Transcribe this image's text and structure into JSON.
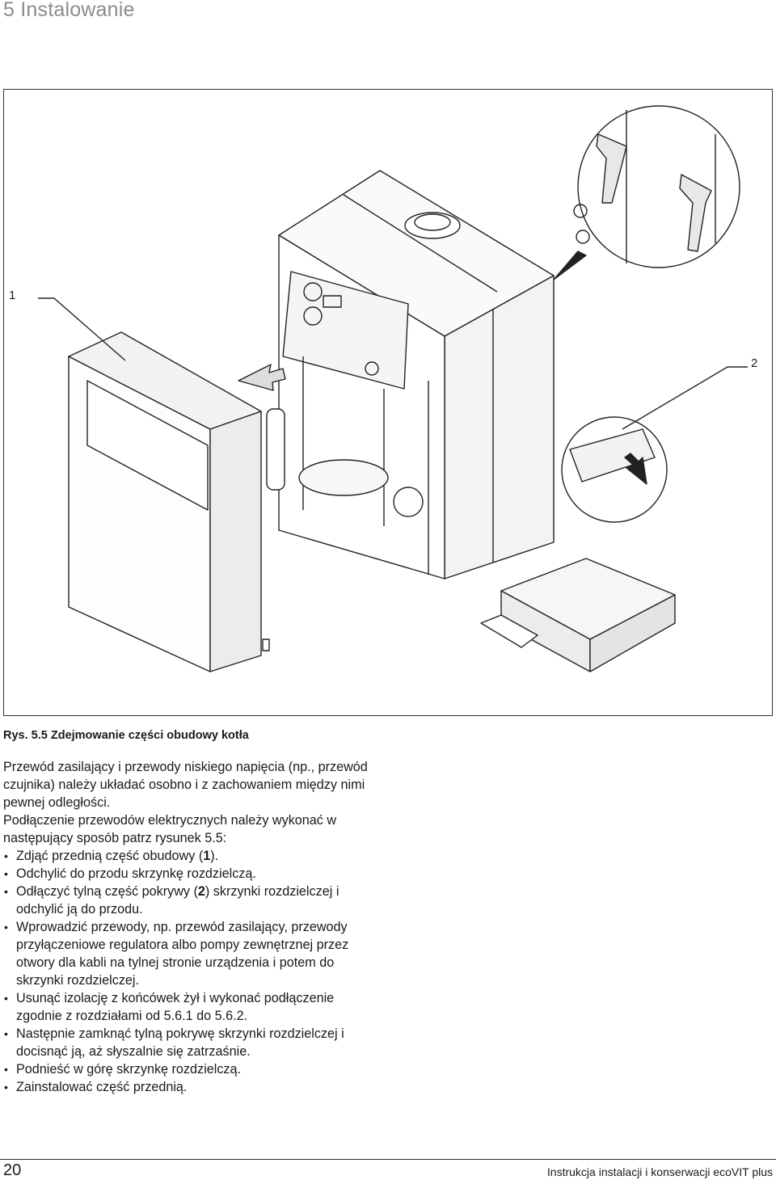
{
  "header": {
    "section": "5 Instalowanie"
  },
  "figure": {
    "callouts": [
      "1",
      "2"
    ]
  },
  "caption": {
    "label": "Rys. 5.5",
    "text": "Zdejmowanie części obudowy kotła"
  },
  "intro": "Przewód zasilający i przewody niskiego napięcia (np., przewód czujnika) należy układać osobno i z zachowaniem między nimi pewnej odległości.",
  "lead": "Podłączenie przewodów elektrycznych należy wykonać w następujący sposób patrz rysunek 5.5:",
  "steps": [
    {
      "before": "Zdjąć przednią część obudowy (",
      "ref": "1",
      "after": ")."
    },
    {
      "before": "Odchylić do przodu skrzynkę rozdzielczą.",
      "ref": "",
      "after": ""
    },
    {
      "before": "Odłączyć tylną część pokrywy (",
      "ref": "2",
      "after": ") skrzynki rozdzielczej i odchylić ją do przodu."
    },
    {
      "before": "Wprowadzić przewody, np. przewód zasilający, przewody przyłączeniowe regulatora albo pompy zewnętrznej przez otwory dla kabli na tylnej stronie urządzenia i potem do skrzynki rozdzielczej.",
      "ref": "",
      "after": ""
    },
    {
      "before": "Usunąć izolację z końcówek żył i wykonać podłączenie zgodnie z rozdziałami od 5.6.1 do 5.6.2.",
      "ref": "",
      "after": ""
    },
    {
      "before": "Następnie zamknąć tylną pokrywę skrzynki rozdzielczej i docisnąć ją, aż słyszalnie się zatrzaśnie.",
      "ref": "",
      "after": ""
    },
    {
      "before": "Podnieść w górę skrzynkę rozdzielczą.",
      "ref": "",
      "after": ""
    },
    {
      "before": "Zainstalować część przednią.",
      "ref": "",
      "after": ""
    }
  ],
  "footer": {
    "page": "20",
    "title": "Instrukcja instalacji i konserwacji ecoVIT plus"
  }
}
